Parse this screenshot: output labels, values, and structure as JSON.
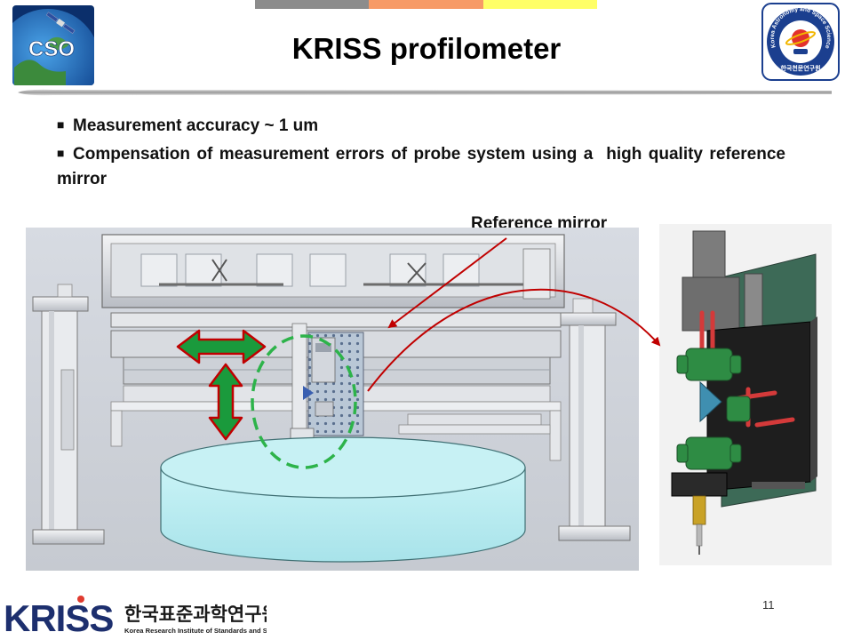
{
  "slide": {
    "title": "KRISS profilometer",
    "bullets": [
      "Measurement accuracy ~ 1 um",
      "Compensation of measurement errors of probe system using a  high quality reference mirror"
    ],
    "annotation": "Reference mirror",
    "page_number": "11"
  },
  "logos": {
    "cso": "CSO",
    "kasi_ring": "Korea Astronomy and Space Science Institute",
    "kasi_korean": "한국천문연구원",
    "kriss_name": "KRISS",
    "kriss_korean": "한국표준과학연구원",
    "kriss_english": "Korea Research Institute of Standards and Science"
  },
  "colors": {
    "bar1": "#8c8c8c",
    "bar2": "#f79a66",
    "bar3": "#ffff66",
    "arrow_red": "#c00000",
    "arrow_green": "#1a9a3c",
    "dash_green": "#2db34a",
    "tank": "#bfeef2"
  },
  "icons": {
    "bullet": "square-bullet-icon"
  }
}
